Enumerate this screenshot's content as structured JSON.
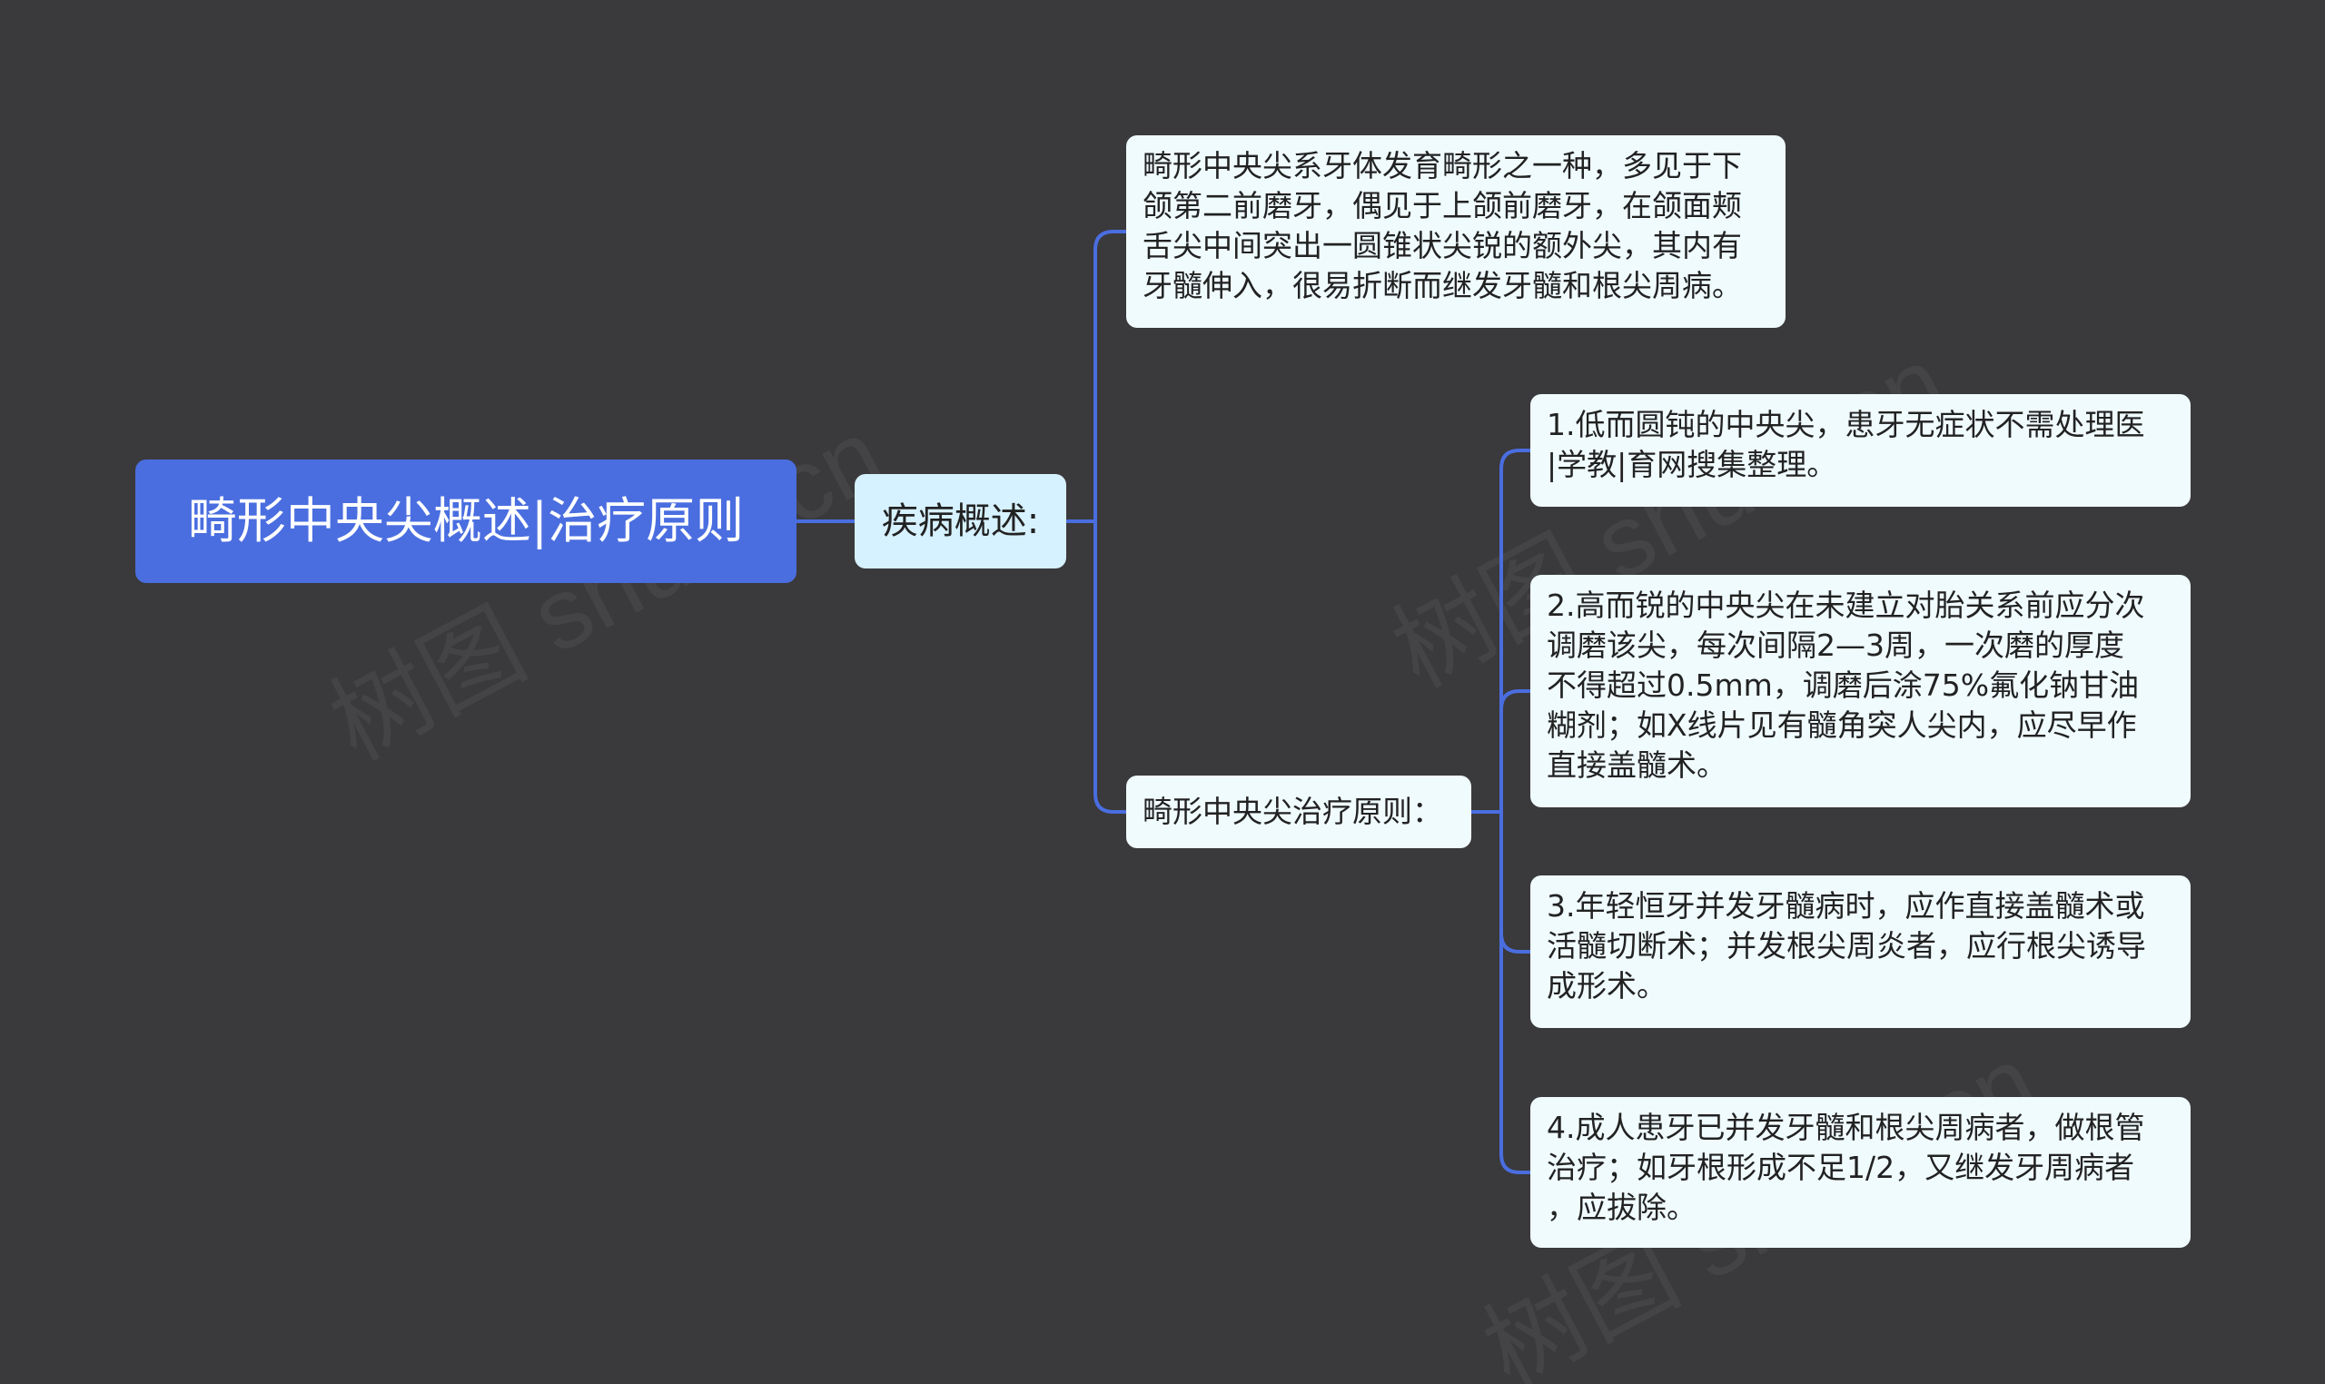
{
  "colors": {
    "background": "#3a393b",
    "root_fill": "#4a6ee0",
    "level1_fill": "#d6f1ff",
    "leaf_fill": "#f0fbfe",
    "connector": "#4a6ee0"
  },
  "mindmap": {
    "root": "畸形中央尖概述|治疗原则",
    "overview": {
      "label": "疾病概述:",
      "description": "畸形中央尖系牙体发育畸形之一种，多见于下\n颌第二前磨牙，偶见于上颌前磨牙，在颌面颊\n舌尖中间突出一圆锥状尖锐的额外尖，其内有\n牙髓伸入，很易折断而继发牙髓和根尖周病。"
    },
    "treatment": {
      "label": "畸形中央尖治疗原则：",
      "items": [
        "1.低而圆钝的中央尖，患牙无症状不需处理医\n|学教|育网搜集整理。",
        "2.高而锐的中央尖在未建立对胎关系前应分次\n调磨该尖，每次间隔2—3周，一次磨的厚度\n不得超过0.5mm，调磨后涂75%氟化钠甘油\n糊剂；如X线片见有髓角突人尖内，应尽早作\n直接盖髓术。",
        "3.年轻恒牙并发牙髓病时，应作直接盖髓术或\n活髓切断术；并发根尖周炎者，应行根尖诱导\n成形术。",
        "4.成人患牙已并发牙髓和根尖周病者，做根管\n治疗；如牙根形成不足1/2，又继发牙周病者\n，应拔除。"
      ]
    }
  }
}
